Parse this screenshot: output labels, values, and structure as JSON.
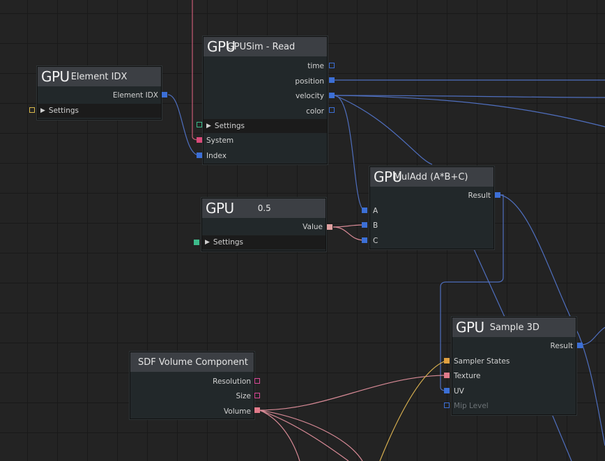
{
  "nodes": {
    "element_idx": {
      "prefix": "GPU",
      "title": "Element IDX",
      "output": "Element IDX",
      "settings": "Settings"
    },
    "gpusim_read": {
      "prefix": "GPU",
      "title": "GPUSim - Read",
      "outputs": [
        "time",
        "position",
        "velocity",
        "color"
      ],
      "settings": "Settings",
      "inputs": [
        "System",
        "Index"
      ]
    },
    "muladd": {
      "prefix": "GPU",
      "title": "MulAdd (A*B+C)",
      "output": "Result",
      "inputs": [
        "A",
        "B",
        "C"
      ]
    },
    "constant": {
      "prefix": "GPU",
      "title": "0.5",
      "output": "Value",
      "settings": "Settings"
    },
    "sample3d": {
      "prefix": "GPU",
      "title": "Sample 3D",
      "output": "Result",
      "inputs": [
        "Sampler States",
        "Texture",
        "UV",
        "Mip Level"
      ]
    },
    "sdf_volume": {
      "title": "SDF Volume Component",
      "outputs": [
        "Resolution",
        "Size",
        "Volume"
      ]
    }
  },
  "colors": {
    "canvas": "#232323",
    "node_body": "#22282a",
    "node_header": "#3c3f44",
    "vector_port": "#3c6fd6",
    "system_port": "#d94a7a",
    "settings_port_green": "#3dbb8a",
    "settings_port_yellow": "#d8b84a",
    "texture_port": "#e07a8a",
    "sampler_port": "#e0a040",
    "wire_vector": "#4f6fbf",
    "wire_system": "#c85a74",
    "wire_texture": "#d88a96",
    "wire_sampler": "#d8b050"
  }
}
